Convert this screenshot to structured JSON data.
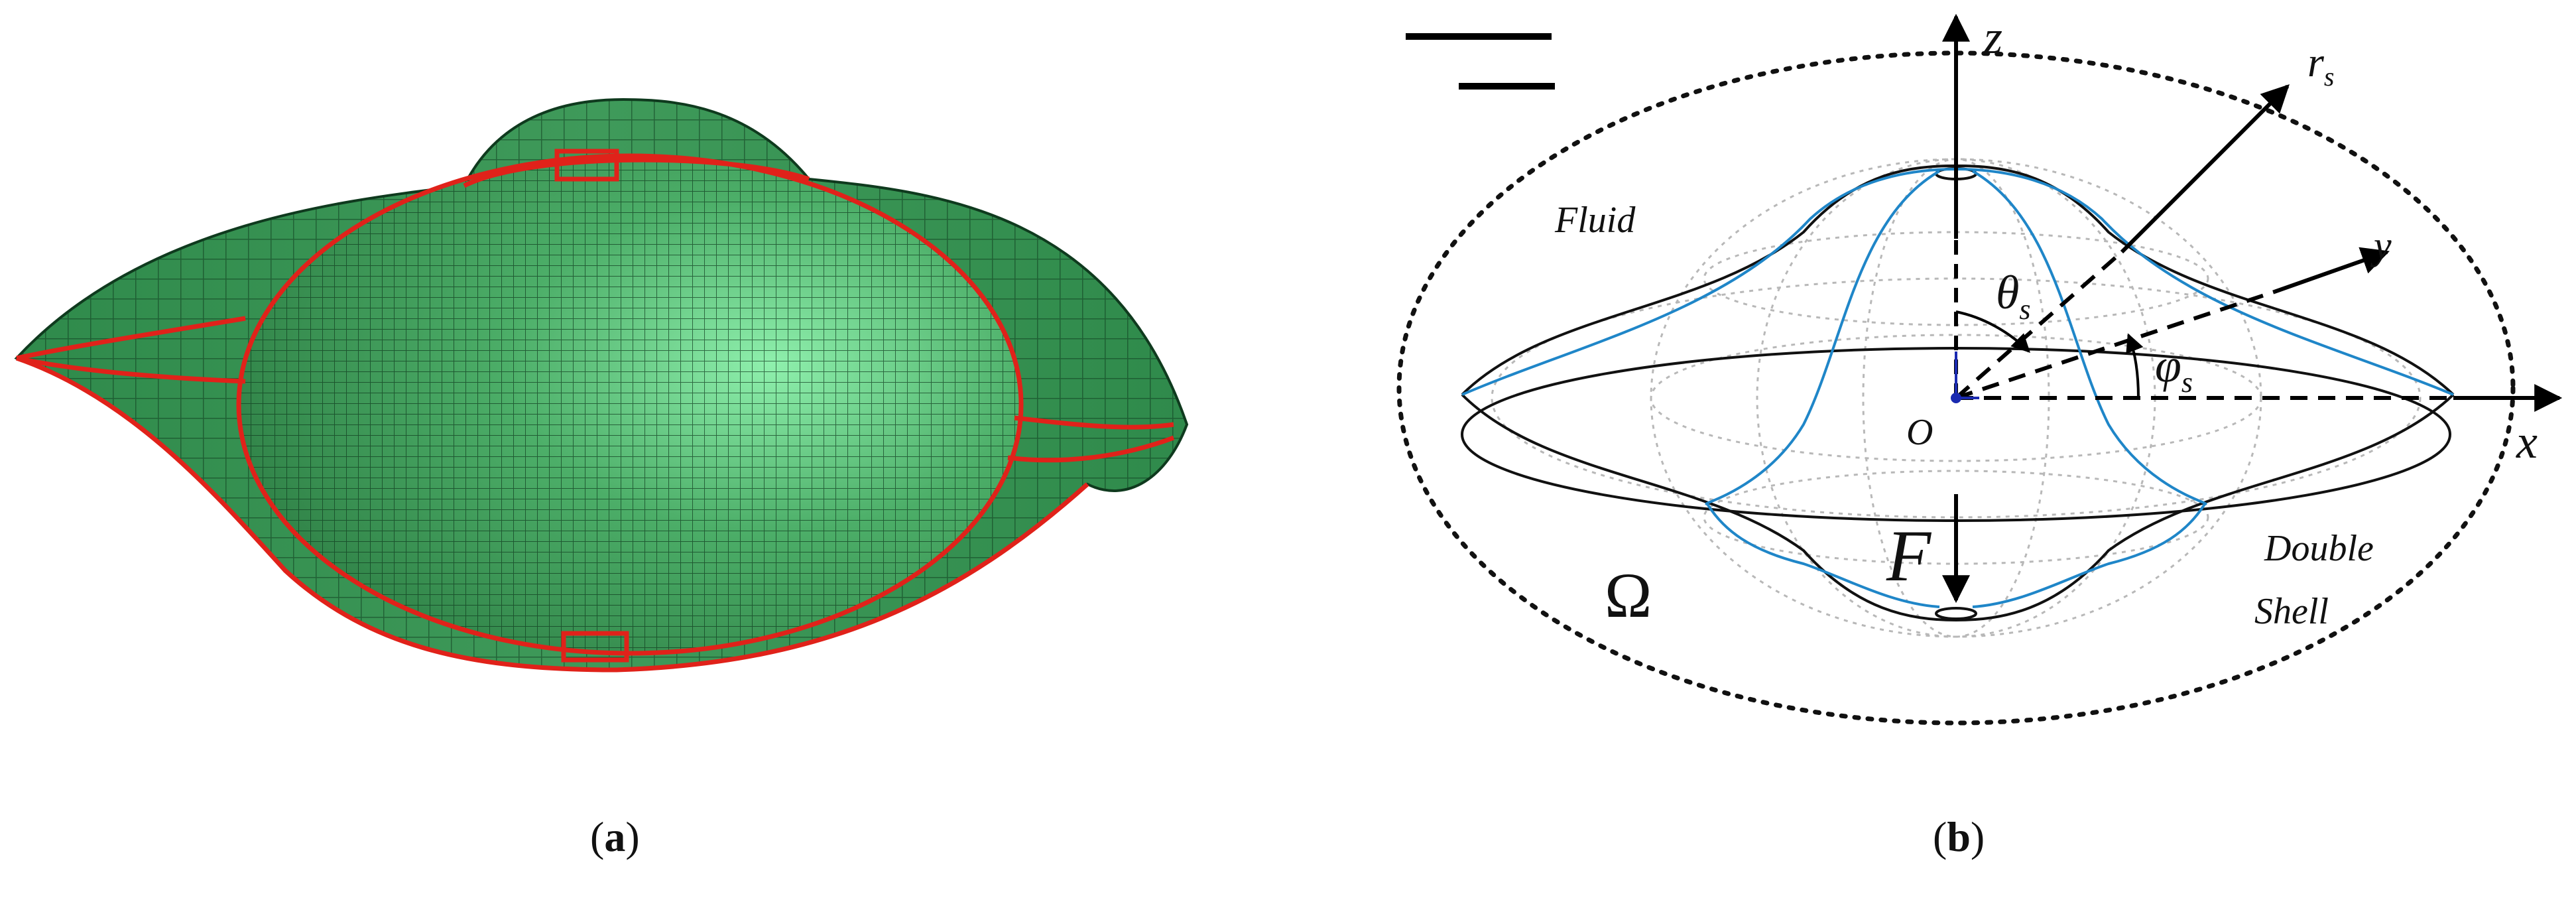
{
  "captions": {
    "a": "a",
    "b": "b"
  },
  "labels": {
    "z": "z",
    "x": "x",
    "y": "y",
    "r": "r",
    "r_sub": "s",
    "theta": "θ",
    "theta_sub": "s",
    "phi": "φ",
    "phi_sub": "s",
    "origin": "O",
    "force": "F",
    "domain": "Ω",
    "fluid": "Fluid",
    "double": "Double",
    "shell": "Shell"
  },
  "colors": {
    "mesh_fill": "#3f9a5a",
    "mesh_light": "#7fe0a0",
    "mesh_line": "#0f3a1e",
    "seam": "#e0221a",
    "blue_curve": "#1f86c8",
    "grid_grey": "#b8b8b8",
    "axis": "#000000"
  },
  "legend_mark": "equivalence-symbol"
}
